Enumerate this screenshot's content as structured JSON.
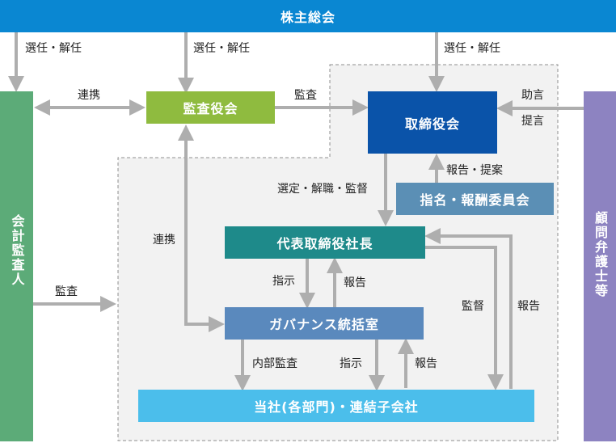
{
  "colors": {
    "shareholders": "#0a87d2",
    "auditor": "#5cab78",
    "audit_board": "#8fbb3f",
    "board": "#0a53a9",
    "committee": "#5b8fb5",
    "ceo": "#1e8a8a",
    "governance": "#5a89bd",
    "company": "#4bbeeb",
    "legal": "#8d83c1",
    "arrow": "#aeaeae",
    "region_fill": "#f2f2f2"
  },
  "boxes": {
    "shareholders": "株主総会",
    "auditor": "会計監査人",
    "audit_board": "監査役会",
    "board": "取締役会",
    "committee": "指名・報酬委員会",
    "ceo": "代表取締役社長",
    "governance": "ガバナンス統括室",
    "company": "当社(各部門)・連結子会社",
    "legal": "顧問弁護士等"
  },
  "labels": {
    "elect_1": "選任・解任",
    "elect_2": "選任・解任",
    "elect_3": "選任・解任",
    "coop_1": "連携",
    "coop_2": "連携",
    "audit_1": "監査",
    "audit_2": "監査",
    "advice": "助言",
    "proposal": "提言",
    "report_proposal": "報告・提案",
    "select_dismiss": "選定・解職・監督",
    "instruct_1": "指示",
    "report_1": "報告",
    "supervise": "監督",
    "report_2": "報告",
    "internal_audit": "内部監査",
    "instruct_2": "指示",
    "report_3": "報告"
  }
}
